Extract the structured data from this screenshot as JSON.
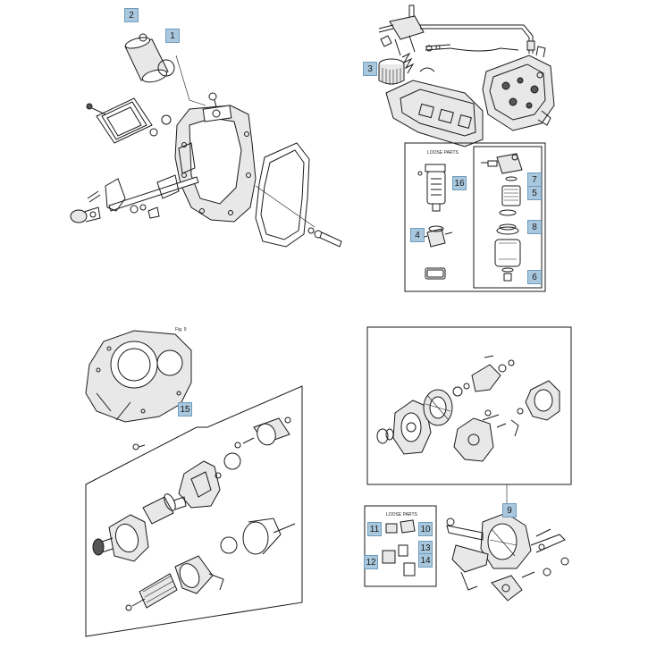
{
  "callouts": [
    {
      "id": "c1",
      "label": "1"
    },
    {
      "id": "c2",
      "label": "2"
    },
    {
      "id": "c3",
      "label": "3"
    },
    {
      "id": "c4",
      "label": "4"
    },
    {
      "id": "c5",
      "label": "5"
    },
    {
      "id": "c6",
      "label": "6"
    },
    {
      "id": "c7",
      "label": "7"
    },
    {
      "id": "c8",
      "label": "8"
    },
    {
      "id": "c9",
      "label": "9"
    },
    {
      "id": "c10",
      "label": "10"
    },
    {
      "id": "c11",
      "label": "11"
    },
    {
      "id": "c12",
      "label": "12"
    },
    {
      "id": "c13",
      "label": "13"
    },
    {
      "id": "c14",
      "label": "14"
    },
    {
      "id": "c15",
      "label": "15"
    },
    {
      "id": "c16",
      "label": "16"
    }
  ],
  "box_labels": {
    "loose_parts_fuel": "LOOSE PARTS",
    "loose_parts_alt": "LOOSE PARTS",
    "fig_ref": "Fig. 9"
  }
}
